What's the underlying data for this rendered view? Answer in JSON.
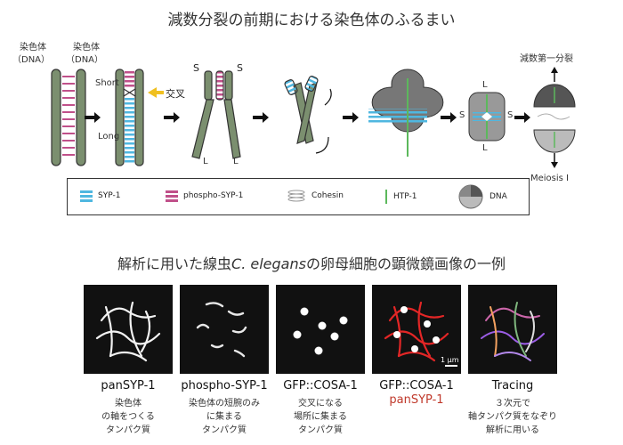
{
  "titles": {
    "top": "減数分裂の前期における染色体のふるまい",
    "mid_prefix": "解析に用いた線虫",
    "mid_species": "C. elegans",
    "mid_suffix": "の卵母細胞の顕微鏡画像の一例"
  },
  "diagram": {
    "chromosome_label": "染色体",
    "dna_label": "（DNA）",
    "short_label": "Short",
    "long_label": "Long",
    "crossover_label": "交叉",
    "s_label": "S",
    "l_label": "L",
    "meiosis_jp": "減数第一分裂",
    "meiosis_en": "Meiosis I"
  },
  "legend": {
    "items": [
      {
        "label": "SYP-1",
        "color": "#4fb7e0",
        "icon": "syp1-stripes-icon"
      },
      {
        "label": "phospho-SYP-1",
        "color": "#c0508a",
        "icon": "phospho-syp1-stripes-icon"
      },
      {
        "label": "Cohesin",
        "color": "#999999",
        "icon": "cohesin-rings-icon"
      },
      {
        "label": "HTP-1",
        "color": "#5cb85c",
        "icon": "htp1-line-icon"
      },
      {
        "label": "DNA",
        "color": "#777777",
        "icon": "dna-pie-icon"
      }
    ]
  },
  "panels": [
    {
      "title": "panSYP-1",
      "desc": [
        "染色体",
        "の軸をつくる",
        "タンパク質"
      ]
    },
    {
      "title": "phospho-SYP-1",
      "desc": [
        "染色体の短腕のみ",
        "に集まる",
        "タンパク質"
      ]
    },
    {
      "title": "GFP::COSA-1",
      "desc": [
        "交叉になる",
        "場所に集まる",
        "タンパク質"
      ]
    },
    {
      "title": "GFP::COSA-1",
      "title2": "panSYP-1",
      "desc": []
    },
    {
      "title": "Tracing",
      "desc": [
        "３次元で",
        "軸タンパク質をなぞり",
        "解析に用いる"
      ]
    }
  ],
  "scale_label": "1 µm"
}
